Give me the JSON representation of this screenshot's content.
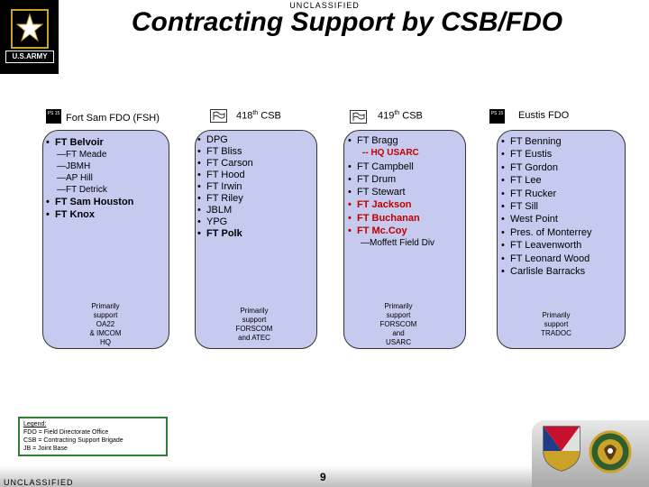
{
  "classification_top": "UNCLASSIFIED",
  "classification_bottom": "UNCLASSIFIED",
  "title": "Contracting Support by CSB/FDO",
  "logo_text": "U.S.ARMY",
  "page_number": "9",
  "ps_badge": "PS 15",
  "columns": [
    {
      "title": "Fort Sam FDO (FSH)",
      "items": [
        {
          "text": "FT Belvoir",
          "style": "bold"
        },
        {
          "text": "—FT Meade",
          "style": "sub"
        },
        {
          "text": "—JBMH",
          "style": "sub"
        },
        {
          "text": "—AP Hill",
          "style": "sub"
        },
        {
          "text": "—FT Detrick",
          "style": "sub"
        },
        {
          "text": "FT Sam Houston",
          "style": "bold"
        },
        {
          "text": "FT Knox",
          "style": "bold"
        }
      ],
      "support": [
        "Primarily",
        "support",
        "OA22",
        "& IMCOM",
        "HQ"
      ]
    },
    {
      "title_num": "418",
      "title_sup": "th",
      "title_suffix": " CSB",
      "items": [
        {
          "text": "DPG",
          "style": ""
        },
        {
          "text": "FT Bliss",
          "style": ""
        },
        {
          "text": "FT Carson",
          "style": ""
        },
        {
          "text": "FT Hood",
          "style": ""
        },
        {
          "text": "FT Irwin",
          "style": ""
        },
        {
          "text": "FT Riley",
          "style": ""
        },
        {
          "text": "JBLM",
          "style": ""
        },
        {
          "text": "YPG",
          "style": ""
        },
        {
          "text": "FT Polk",
          "style": "bold"
        }
      ],
      "support": [
        "Primarily",
        "support",
        "FORSCOM",
        "and ATEC"
      ]
    },
    {
      "title_num": "419",
      "title_sup": "th",
      "title_suffix": " CSB",
      "items": [
        {
          "text": "FT Bragg",
          "style": ""
        },
        {
          "text": "-- HQ USARC",
          "style": "sub-red"
        },
        {
          "text": "FT Campbell",
          "style": ""
        },
        {
          "text": "FT Drum",
          "style": ""
        },
        {
          "text": "FT Stewart",
          "style": ""
        },
        {
          "text": "FT Jackson",
          "style": "red"
        },
        {
          "text": "FT Buchanan",
          "style": "red"
        },
        {
          "text": "FT Mc.Coy",
          "style": "red"
        },
        {
          "text": "—Moffett Field Div",
          "style": "note"
        }
      ],
      "support": [
        "Primarily",
        "support",
        "FORSCOM",
        "and",
        "USARC"
      ]
    },
    {
      "title": "Eustis FDO",
      "items": [
        {
          "text": "FT Benning",
          "style": ""
        },
        {
          "text": "FT Eustis",
          "style": ""
        },
        {
          "text": "FT Gordon",
          "style": ""
        },
        {
          "text": "FT Lee",
          "style": ""
        },
        {
          "text": "FT Rucker",
          "style": ""
        },
        {
          "text": "FT Sill",
          "style": ""
        },
        {
          "text": "West Point",
          "style": ""
        },
        {
          "text": "Pres. of Monterrey",
          "style": ""
        },
        {
          "text": "FT Leavenworth",
          "style": ""
        },
        {
          "text": "FT Leonard Wood",
          "style": ""
        },
        {
          "text": "Carlisle Barracks",
          "style": ""
        }
      ],
      "support": [
        "Primarily",
        "support",
        "TRADOC"
      ]
    }
  ],
  "legend": {
    "title": "Legend:",
    "lines": [
      "FDO = Field Directorate Office",
      "CSB = Contracting Support Brigade",
      "JB = Joint Base"
    ]
  },
  "icons": {
    "logo": "army-star-logo",
    "flag": "flag-icon",
    "emblem_left": "army-materiel-command-shield",
    "emblem_right": "contracting-command-crest"
  },
  "colors": {
    "panel": "#c5caee",
    "highlight_red": "#c00000",
    "legend_border": "#2e7d32",
    "army_gold": "#c9a227"
  }
}
